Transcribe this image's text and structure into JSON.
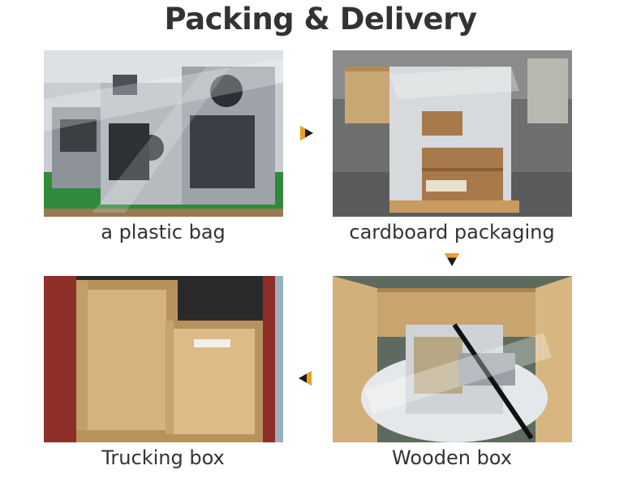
{
  "title": "Packing & Delivery",
  "steps": [
    {
      "caption": "a plastic bag"
    },
    {
      "caption": "cardboard packaging"
    },
    {
      "caption": "Wooden box"
    },
    {
      "caption": "Trucking box"
    }
  ],
  "colors": {
    "text": "#333333",
    "arrow_fill": "#1a1a1a",
    "arrow_accent": "#f0a020"
  },
  "icons": {
    "arrow_right": "arrow-right-icon",
    "arrow_down": "arrow-down-icon",
    "arrow_left": "arrow-left-icon"
  }
}
